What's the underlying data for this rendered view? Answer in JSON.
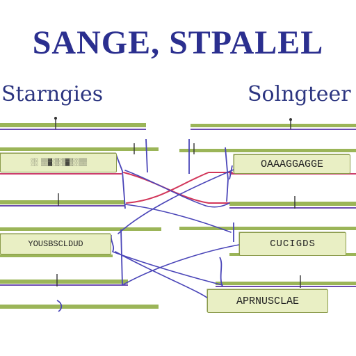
{
  "title": "SANGE, STPALEL",
  "headings": {
    "left": "Starngies",
    "right": "Solngteer"
  },
  "boxes": {
    "left_top": "░░ ▒▒▓░▒░▒▓▒░░▒▒",
    "left_mid": "YOUSBSCLDUD",
    "right_top": "OAAAGGAGGE",
    "right_mid": "CUCIGDS",
    "right_bottom": "APRNUSCLAE"
  },
  "colors": {
    "title": "#2b2f8f",
    "heading": "#2c3580",
    "rail_green": "#9bb558",
    "rail_purple": "#6b4bb0",
    "rail_red": "#cc3d6b",
    "box_fill": "#e9efc4",
    "wire_blue": "#4a45b8",
    "wire_red": "#d2365a"
  }
}
